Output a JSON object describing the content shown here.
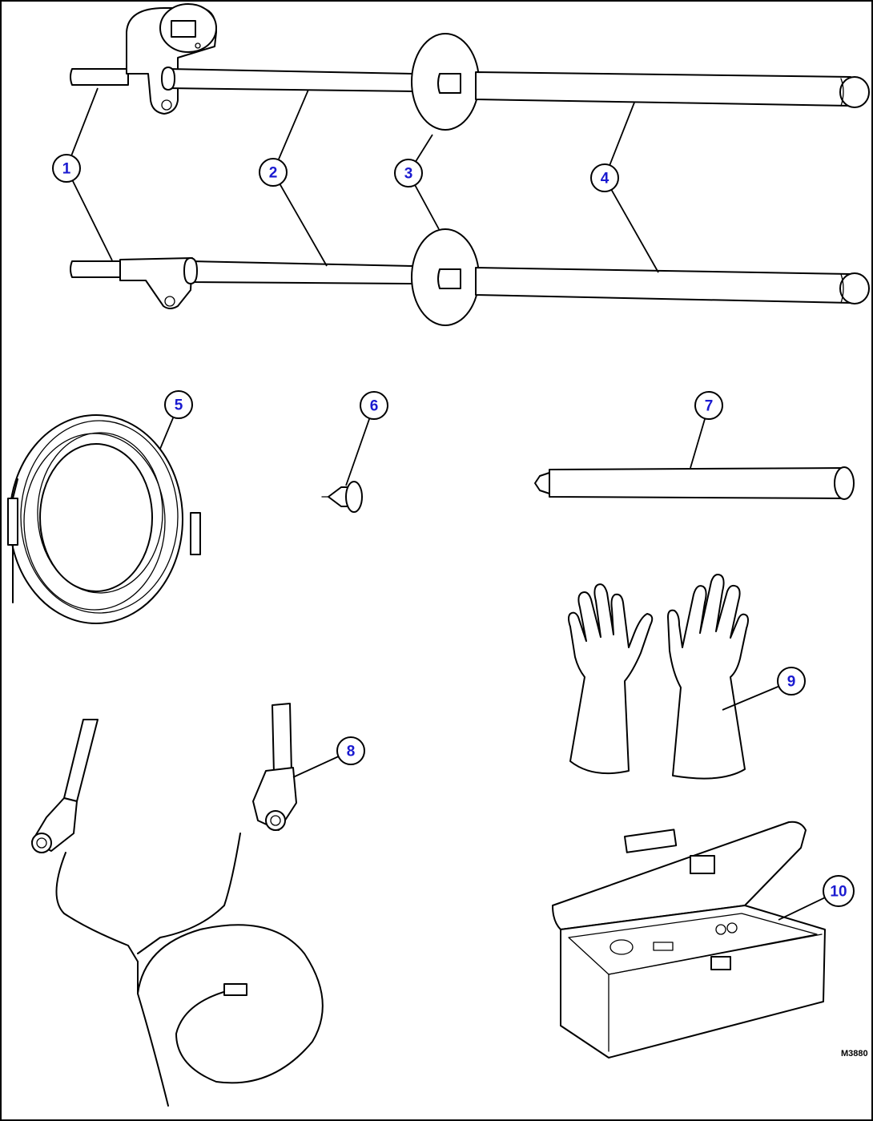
{
  "callouts": [
    "1",
    "2",
    "3",
    "4",
    "5",
    "6",
    "7",
    "8",
    "9",
    "10"
  ],
  "figure_code": "M3880"
}
